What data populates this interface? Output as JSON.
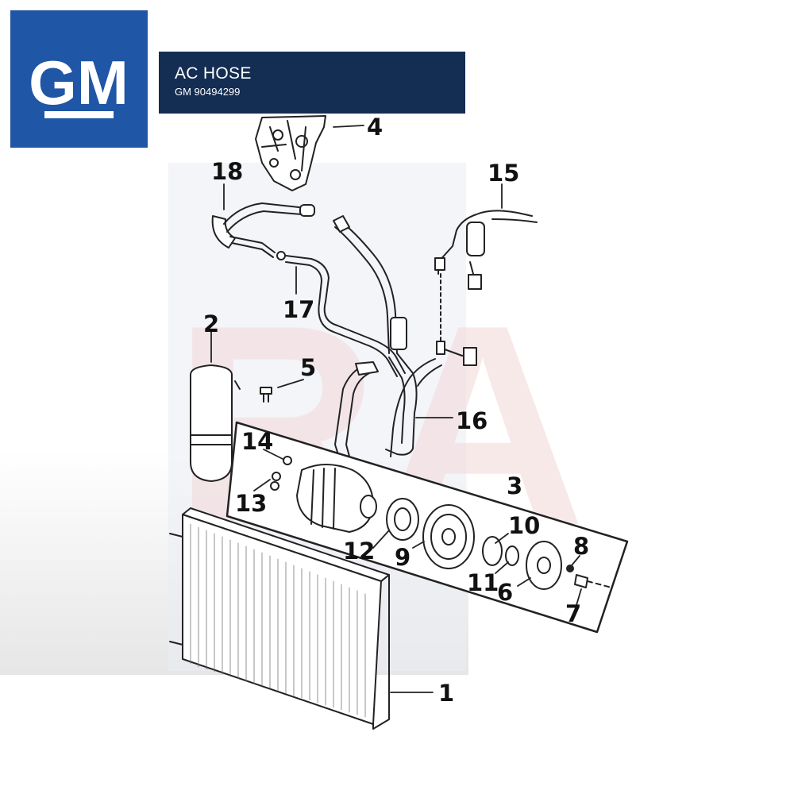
{
  "logo": {
    "text": "GM",
    "bg_color": "#1f56a6"
  },
  "title_bar": {
    "title": "AC HOSE",
    "part_number": "GM 90494299",
    "bg_color": "#142d52"
  },
  "callouts": [
    "1",
    "2",
    "3",
    "4",
    "5",
    "6",
    "7",
    "8",
    "9",
    "10",
    "11",
    "12",
    "13",
    "14",
    "15",
    "16",
    "17",
    "18"
  ],
  "colors": {
    "line": "#222222",
    "watermark_blue": "#dfe7f3",
    "watermark_red": "#f6dede",
    "gray_band": "#ececec"
  }
}
